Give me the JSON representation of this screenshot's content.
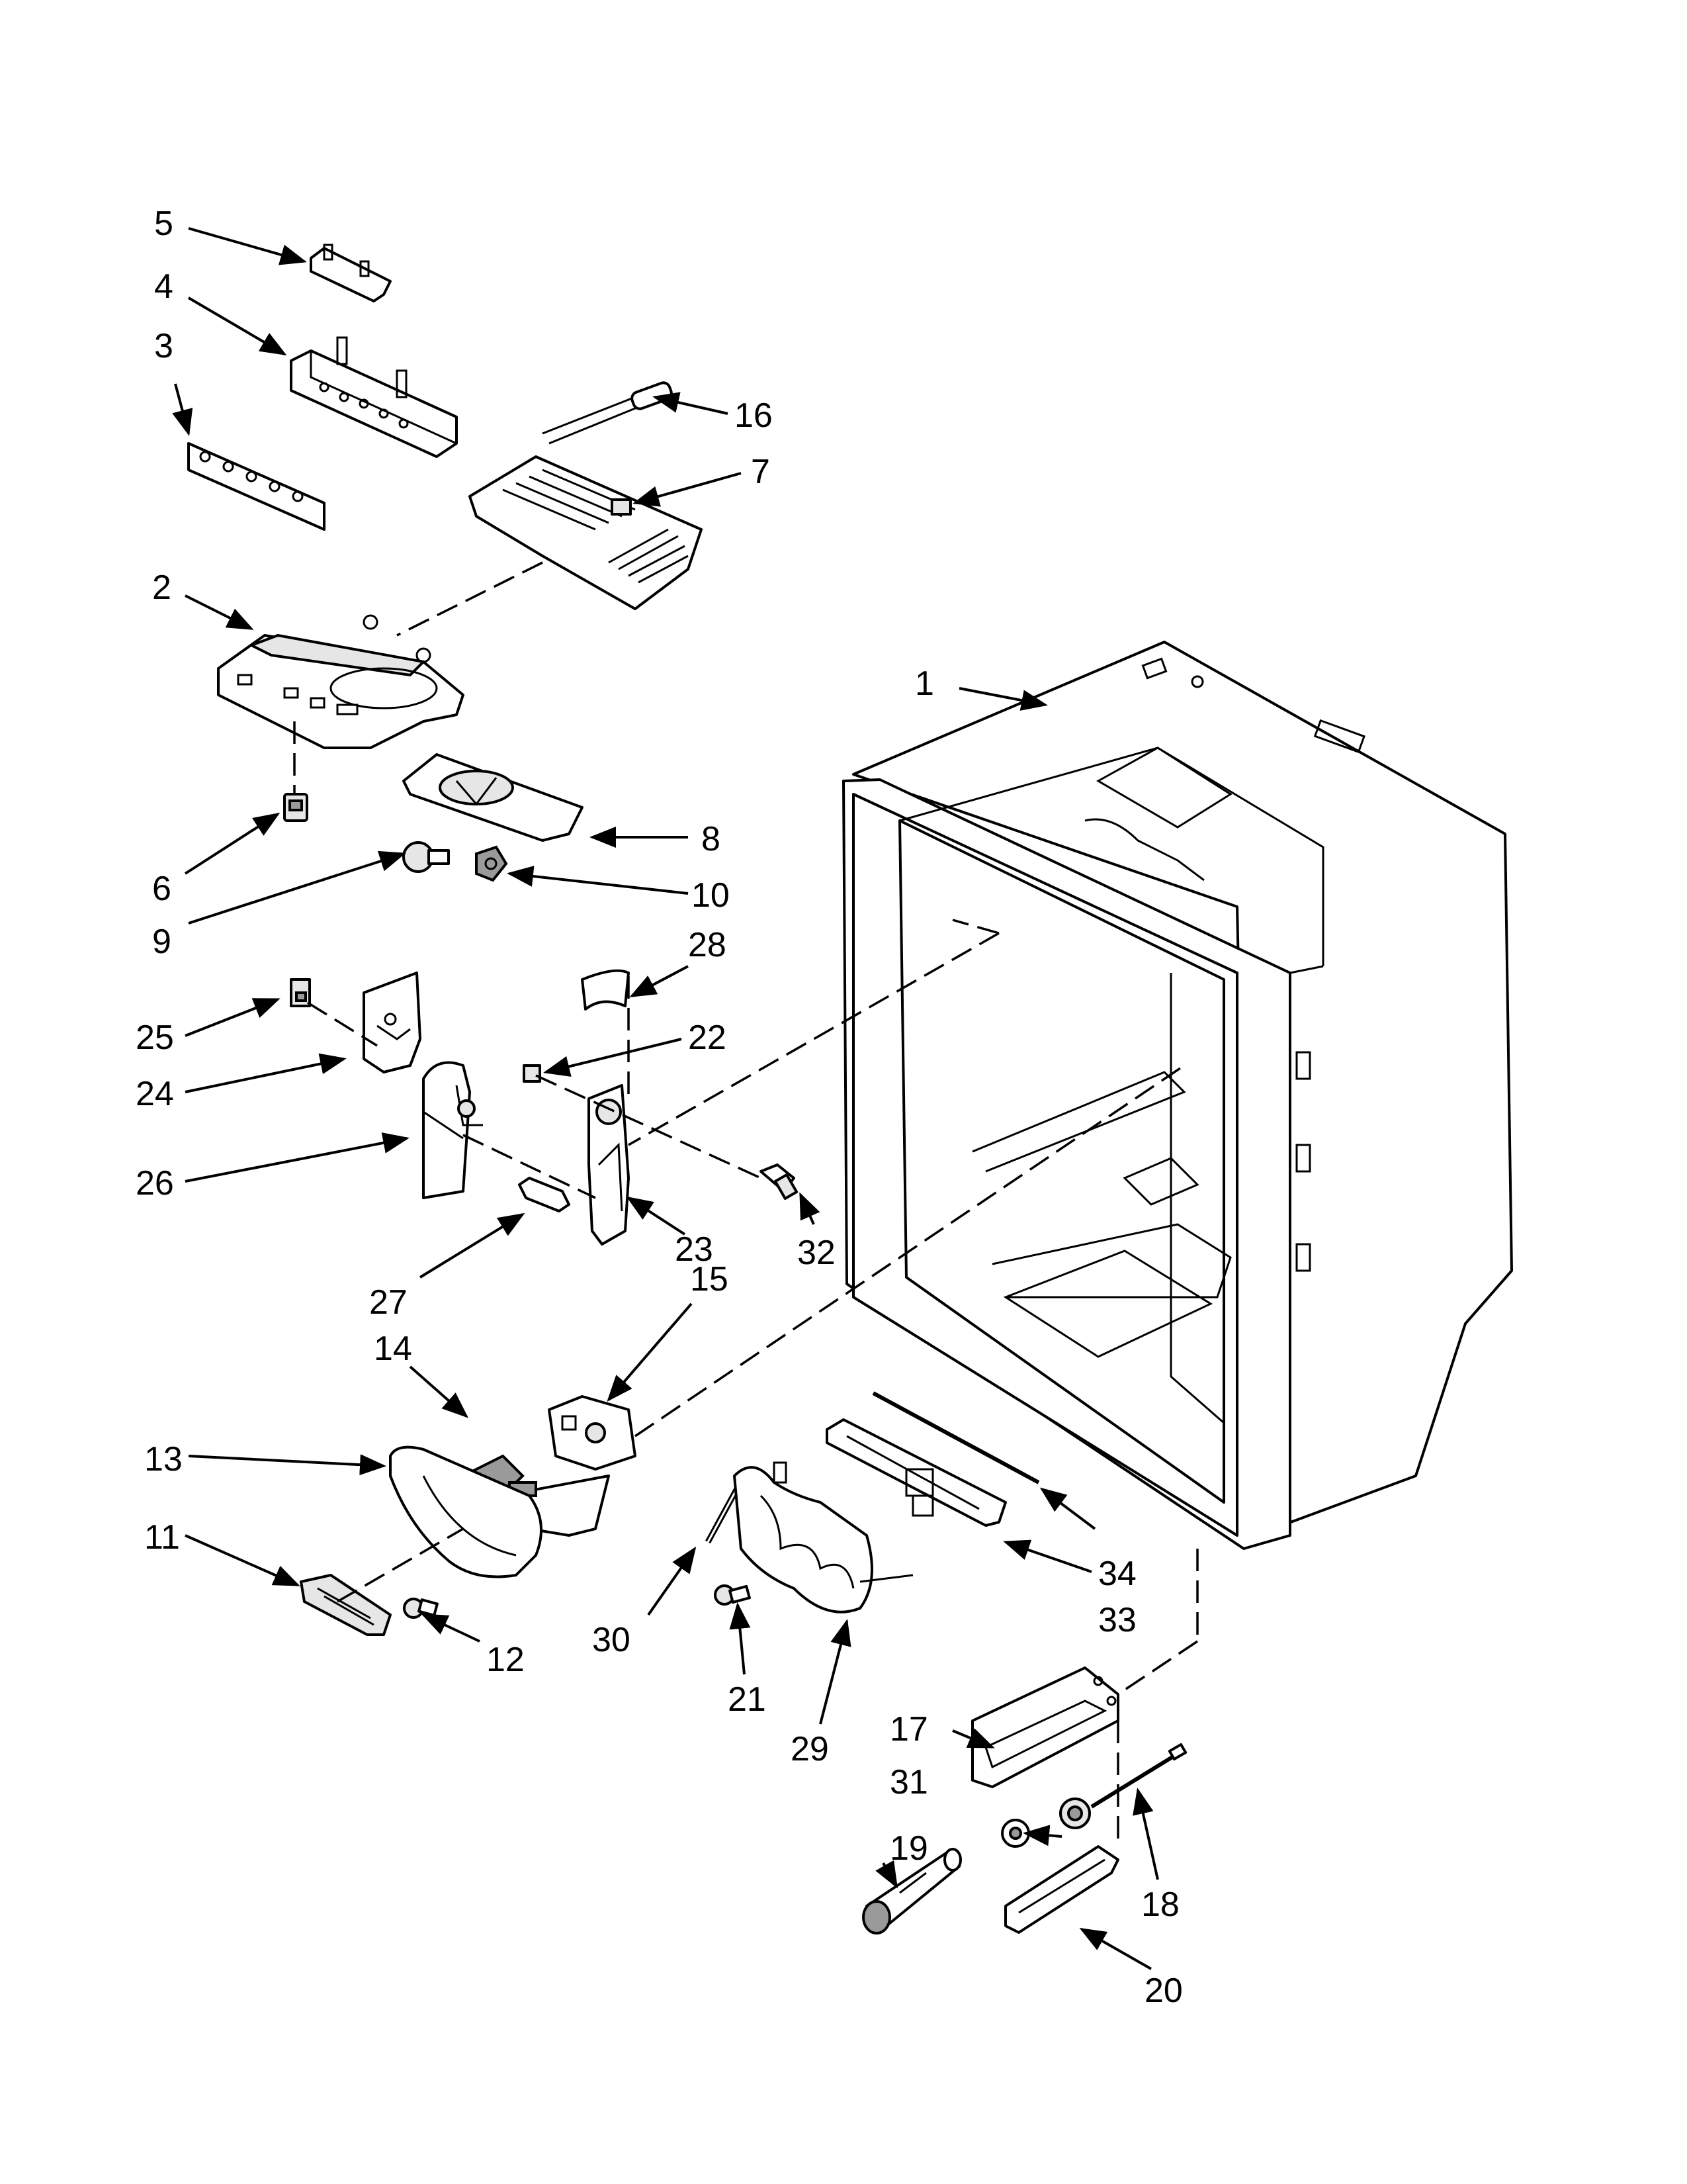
{
  "callouts": {
    "c1": "1",
    "c2": "2",
    "c3": "3",
    "c4": "4",
    "c5": "5",
    "c6": "6",
    "c7": "7",
    "c8": "8",
    "c9": "9",
    "c10": "10",
    "c11": "11",
    "c12": "12",
    "c13": "13",
    "c14": "14",
    "c15": "15",
    "c16": "16",
    "c17": "17",
    "c18": "18",
    "c19": "19",
    "c20": "20",
    "c21": "21",
    "c22": "22",
    "c23": "23",
    "c24": "24",
    "c25": "25",
    "c26": "26",
    "c27": "27",
    "c28": "28",
    "c29": "29",
    "c30": "30",
    "c31": "31",
    "c32": "32",
    "c33": "33",
    "c34": "34"
  },
  "colors": {
    "line": "#000000",
    "paper": "#ffffff",
    "shade": "#e6e6e6"
  }
}
